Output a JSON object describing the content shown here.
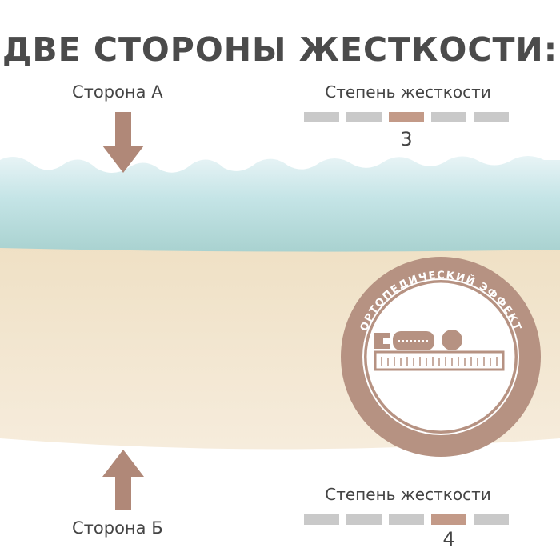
{
  "title": "ДВЕ СТОРОНЫ ЖЕСТКОСТИ:",
  "side_a": {
    "label": "Сторона А",
    "rating_label": "Степень жесткости",
    "rating_value": "3",
    "level": 3,
    "max": 5
  },
  "side_b": {
    "label": "Сторона Б",
    "rating_label": "Степень жесткости",
    "rating_value": "4",
    "level": 4,
    "max": 5
  },
  "badge": {
    "text": "ОРТОПЕДИЧЕСКИЙ ЭФФЕКТ",
    "icon": "body-on-mattress-icon"
  },
  "colors": {
    "accent": "#b08878",
    "blue_foam": "#bfe0e0",
    "beige_foam": "#f3e6cf",
    "bar_off": "#c9c9c9",
    "bar_on": "#c39a88"
  }
}
